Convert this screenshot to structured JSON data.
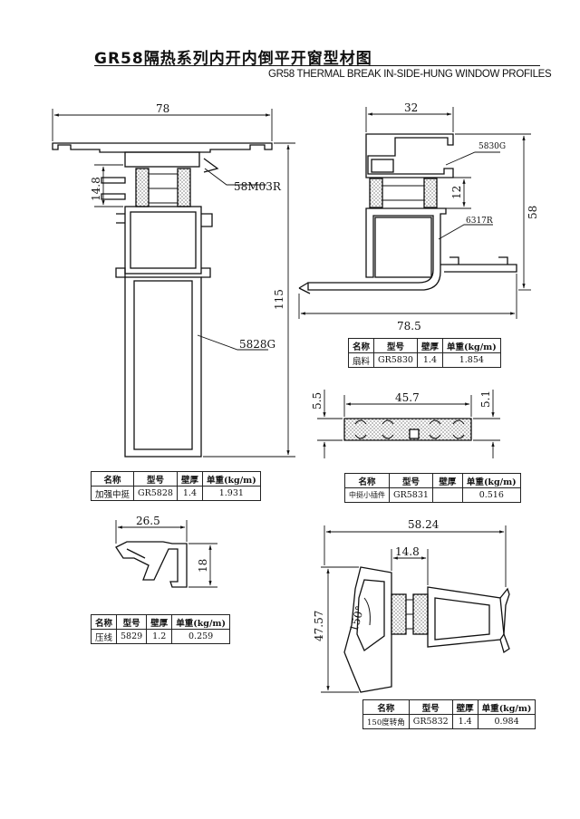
{
  "page": {
    "title_cn": "GR58隔热系列内开内倒平开窗型材图",
    "title_en": "GR58 THERMAL BREAK IN-SIDE-HUNG WINDOW PROFILES"
  },
  "dimensions": {
    "d78": "78",
    "d14_8_a": "14.8",
    "d115": "115",
    "d32": "32",
    "d12": "12",
    "d58": "58",
    "d78_5": "78.5",
    "d45_7": "45.7",
    "d5_5": "5.5",
    "d5_1": "5.1",
    "d26_5": "26.5",
    "d18": "18",
    "d58_24": "58.24",
    "d14_8_b": "14.8",
    "d47_57": "47.57",
    "angle150": "150°"
  },
  "callouts": {
    "c58m03r": "58M03R",
    "c5828g": "5828G",
    "c5830g": "5830G",
    "c6317r": "6317R"
  },
  "table_headers": {
    "name": "名称",
    "model": "型号",
    "wall": "壁厚",
    "weight": "单重",
    "unit": "(kg/m)"
  },
  "tables": {
    "t5830": {
      "name": "扇料",
      "model": "GR5830",
      "wall": "1.4",
      "weight": "1.854"
    },
    "t5828": {
      "name": "加强中挺",
      "model": "GR5828",
      "wall": "1.4",
      "weight": "1.931"
    },
    "t5831": {
      "name": "中挺小插件",
      "model": "GR5831",
      "wall": "",
      "weight": "0.516"
    },
    "t5829": {
      "name": "压线",
      "model": "5829",
      "wall": "1.2",
      "weight": "0.259"
    },
    "t5832": {
      "name": "150度转角",
      "model": "GR5832",
      "wall": "1.4",
      "weight": "0.984"
    }
  }
}
